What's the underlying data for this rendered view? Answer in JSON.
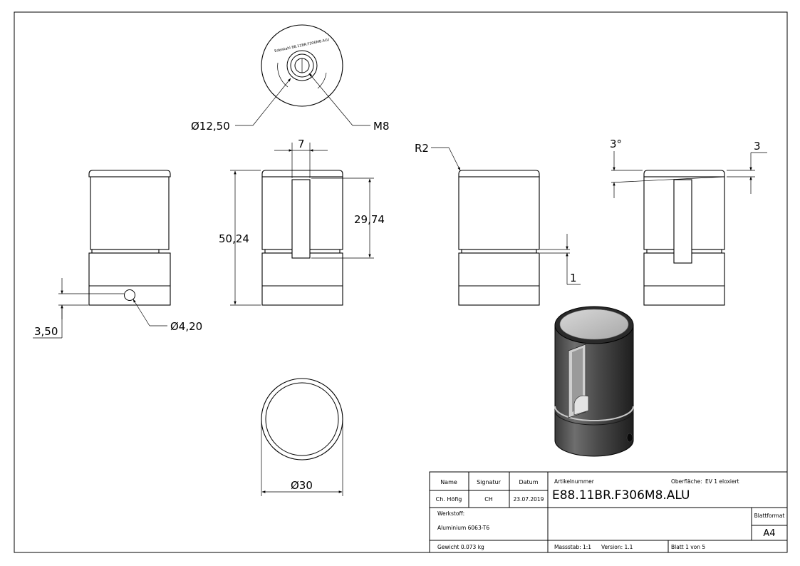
{
  "top_view": {
    "diameter_label": "Ø12,50",
    "thread_label": "M8",
    "engraving": "Edelstahl 88.11BR.F306M8.ALU"
  },
  "front_view": {
    "width_label": "7",
    "height_label": "50,24",
    "slot_label": "29,74"
  },
  "left_view": {
    "hole_offset_label": "3,50",
    "hole_diameter_label": "Ø4,20"
  },
  "right_view": {
    "radius_label": "R2",
    "gap_label": "1"
  },
  "side_view": {
    "angle_label": "3°",
    "depth_label": "3"
  },
  "bottom_view": {
    "diameter_label": "Ø30"
  },
  "title_block": {
    "headers": {
      "name": "Name",
      "signature": "Signatur",
      "date": "Datum"
    },
    "row": {
      "name": "Ch. Höfig",
      "signature": "CH",
      "date": "23.07.2019"
    },
    "article_label": "Artikelnummer",
    "article_number": "E88.11BR.F306M8.ALU",
    "surface_label": "Oberfläche:",
    "surface_value": "EV 1 eloxiert",
    "material_label": "Werkstoff:",
    "material_value": "Aluminium 6063-T6",
    "format_label": "Blattformat",
    "format_value": "A4",
    "weight": "Gewicht 0.073 kg",
    "scale": "Massstab: 1:1",
    "version": "Version: 1.1",
    "sheet": "Blatt 1 von 5"
  }
}
